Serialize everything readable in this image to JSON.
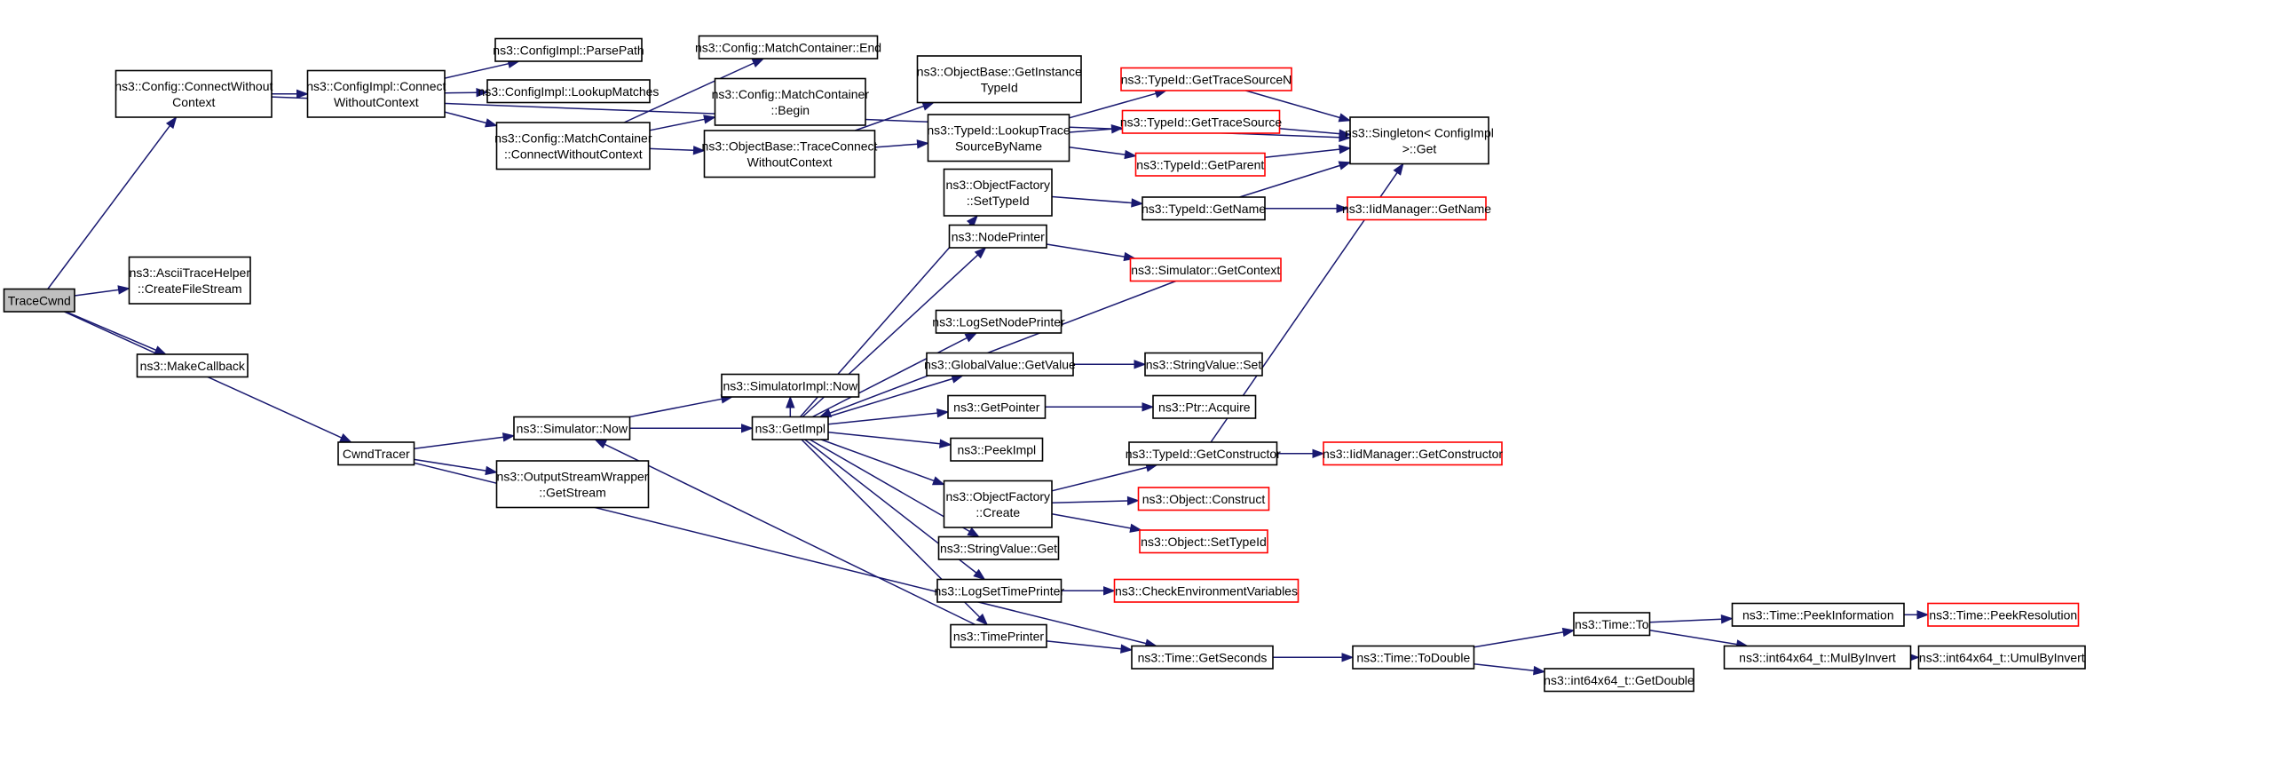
{
  "graph": {
    "nodes": [
      {
        "id": "tracecwnd",
        "name": "node-tracecwnd",
        "lines": [
          "TraceCwnd"
        ],
        "style": "root"
      },
      {
        "id": "cfg_cwc",
        "name": "node-config-connect-without-context",
        "lines": [
          "ns3::Config::ConnectWithout",
          "Context"
        ],
        "style": "black"
      },
      {
        "id": "ascii",
        "name": "node-ascii-trace-helper-create-file-stream",
        "lines": [
          "ns3::AsciiTraceHelper",
          "::CreateFileStream"
        ],
        "style": "black"
      },
      {
        "id": "makecb",
        "name": "node-make-callback",
        "lines": [
          "ns3::MakeCallback"
        ],
        "style": "black"
      },
      {
        "id": "cwndtracer",
        "name": "node-cwnd-tracer",
        "lines": [
          "CwndTracer"
        ],
        "style": "black"
      },
      {
        "id": "cfgimpl_cwc",
        "name": "node-config-impl-connect-without-context",
        "lines": [
          "ns3::ConfigImpl::Connect",
          "WithoutContext"
        ],
        "style": "black"
      },
      {
        "id": "parsepath",
        "name": "node-config-impl-parse-path",
        "lines": [
          "ns3::ConfigImpl::ParsePath"
        ],
        "style": "black"
      },
      {
        "id": "lookupmatches",
        "name": "node-config-impl-lookup-matches",
        "lines": [
          "ns3::ConfigImpl::LookupMatches"
        ],
        "style": "black"
      },
      {
        "id": "mc_cwc",
        "name": "node-match-container-connect-without-context",
        "lines": [
          "ns3::Config::MatchContainer",
          "::ConnectWithoutContext"
        ],
        "style": "black"
      },
      {
        "id": "mc_end",
        "name": "node-match-container-end",
        "lines": [
          "ns3::Config::MatchContainer::End"
        ],
        "style": "black"
      },
      {
        "id": "mc_begin",
        "name": "node-match-container-begin",
        "lines": [
          "ns3::Config::MatchContainer",
          "::Begin"
        ],
        "style": "black"
      },
      {
        "id": "ob_gettid",
        "name": "node-object-base-get-instance-typeid",
        "lines": [
          "ns3::ObjectBase::GetInstance",
          "TypeId"
        ],
        "style": "black"
      },
      {
        "id": "ob_tcwc",
        "name": "node-object-base-trace-connect-without-context",
        "lines": [
          "ns3::ObjectBase::TraceConnect",
          "WithoutContext"
        ],
        "style": "black"
      },
      {
        "id": "tid_lookup",
        "name": "node-typeid-lookup-trace-source-by-name",
        "lines": [
          "ns3::TypeId::LookupTrace",
          "SourceByName"
        ],
        "style": "black"
      },
      {
        "id": "tid_gtsn",
        "name": "node-typeid-get-trace-source-n",
        "lines": [
          "ns3::TypeId::GetTraceSourceN"
        ],
        "style": "red"
      },
      {
        "id": "tid_gts",
        "name": "node-typeid-get-trace-source",
        "lines": [
          "ns3::TypeId::GetTraceSource"
        ],
        "style": "red"
      },
      {
        "id": "tid_parent",
        "name": "node-typeid-get-parent",
        "lines": [
          "ns3::TypeId::GetParent"
        ],
        "style": "red"
      },
      {
        "id": "singleton",
        "name": "node-singleton-config-impl-get",
        "lines": [
          "ns3::Singleton< ConfigImpl",
          " >::Get"
        ],
        "style": "black"
      },
      {
        "id": "of_settid",
        "name": "node-object-factory-set-typeid",
        "lines": [
          "ns3::ObjectFactory",
          "::SetTypeId"
        ],
        "style": "black"
      },
      {
        "id": "tid_getname",
        "name": "node-typeid-get-name",
        "lines": [
          "ns3::TypeId::GetName"
        ],
        "style": "black"
      },
      {
        "id": "iid_getname",
        "name": "node-iid-manager-get-name",
        "lines": [
          "ns3::IidManager::GetName"
        ],
        "style": "red"
      },
      {
        "id": "nodeprinter",
        "name": "node-node-printer",
        "lines": [
          "ns3::NodePrinter"
        ],
        "style": "black"
      },
      {
        "id": "sim_ctx",
        "name": "node-simulator-get-context",
        "lines": [
          "ns3::Simulator::GetContext"
        ],
        "style": "red"
      },
      {
        "id": "lognp",
        "name": "node-log-set-node-printer",
        "lines": [
          "ns3::LogSetNodePrinter"
        ],
        "style": "black"
      },
      {
        "id": "gv_getval",
        "name": "node-global-value-get-value",
        "lines": [
          "ns3::GlobalValue::GetValue"
        ],
        "style": "black"
      },
      {
        "id": "sv_set",
        "name": "node-string-value-set",
        "lines": [
          "ns3::StringValue::Set"
        ],
        "style": "black"
      },
      {
        "id": "simimpl_now",
        "name": "node-simulator-impl-now",
        "lines": [
          "ns3::SimulatorImpl::Now"
        ],
        "style": "black"
      },
      {
        "id": "getimpl",
        "name": "node-get-impl",
        "lines": [
          "ns3::GetImpl"
        ],
        "style": "black"
      },
      {
        "id": "sim_now",
        "name": "node-simulator-now",
        "lines": [
          "ns3::Simulator::Now"
        ],
        "style": "black"
      },
      {
        "id": "getpointer",
        "name": "node-get-pointer",
        "lines": [
          "ns3::GetPointer"
        ],
        "style": "black"
      },
      {
        "id": "ptr_acquire",
        "name": "node-ptr-acquire",
        "lines": [
          "ns3::Ptr::Acquire"
        ],
        "style": "black"
      },
      {
        "id": "peekimpl",
        "name": "node-peek-impl",
        "lines": [
          "ns3::PeekImpl"
        ],
        "style": "black"
      },
      {
        "id": "tid_getctor",
        "name": "node-typeid-get-constructor",
        "lines": [
          "ns3::TypeId::GetConstructor"
        ],
        "style": "black"
      },
      {
        "id": "iid_getctor",
        "name": "node-iid-manager-get-constructor",
        "lines": [
          "ns3::IidManager::GetConstructor"
        ],
        "style": "red"
      },
      {
        "id": "osw_getstream",
        "name": "node-output-stream-wrapper-get-stream",
        "lines": [
          "ns3::OutputStreamWrapper",
          "::GetStream"
        ],
        "style": "black"
      },
      {
        "id": "of_create",
        "name": "node-object-factory-create",
        "lines": [
          "ns3::ObjectFactory",
          "::Create"
        ],
        "style": "black"
      },
      {
        "id": "obj_construct",
        "name": "node-object-construct",
        "lines": [
          "ns3::Object::Construct"
        ],
        "style": "red"
      },
      {
        "id": "obj_settid",
        "name": "node-object-set-typeid",
        "lines": [
          "ns3::Object::SetTypeId"
        ],
        "style": "red"
      },
      {
        "id": "sv_get",
        "name": "node-string-value-get",
        "lines": [
          "ns3::StringValue::Get"
        ],
        "style": "black"
      },
      {
        "id": "logtp",
        "name": "node-log-set-time-printer",
        "lines": [
          "ns3::LogSetTimePrinter"
        ],
        "style": "black"
      },
      {
        "id": "checkenv",
        "name": "node-check-environment-variables",
        "lines": [
          "ns3::CheckEnvironmentVariables"
        ],
        "style": "red"
      },
      {
        "id": "time_to",
        "name": "node-time-to",
        "lines": [
          "ns3::Time::To"
        ],
        "style": "black"
      },
      {
        "id": "peekinfo",
        "name": "node-time-peek-information",
        "lines": [
          "ns3::Time::PeekInformation"
        ],
        "style": "black"
      },
      {
        "id": "peekres",
        "name": "node-time-peek-resolution",
        "lines": [
          "ns3::Time::PeekResolution"
        ],
        "style": "red"
      },
      {
        "id": "timeprinter",
        "name": "node-time-printer",
        "lines": [
          "ns3::TimePrinter"
        ],
        "style": "black"
      },
      {
        "id": "getseconds",
        "name": "node-time-get-seconds",
        "lines": [
          "ns3::Time::GetSeconds"
        ],
        "style": "black"
      },
      {
        "id": "todouble",
        "name": "node-time-to-double",
        "lines": [
          "ns3::Time::ToDouble"
        ],
        "style": "black"
      },
      {
        "id": "mulbyinvert",
        "name": "node-int64x64-mul-by-invert",
        "lines": [
          "ns3::int64x64_t::MulByInvert"
        ],
        "style": "black"
      },
      {
        "id": "umulbyinvert",
        "name": "node-int64x64-umul-by-invert",
        "lines": [
          "ns3::int64x64_t::UmulByInvert"
        ],
        "style": "black"
      },
      {
        "id": "getdouble",
        "name": "node-int64x64-get-double",
        "lines": [
          "ns3::int64x64_t::GetDouble"
        ],
        "style": "black"
      }
    ],
    "edges": [
      [
        "tracecwnd",
        "cfg_cwc"
      ],
      [
        "tracecwnd",
        "ascii"
      ],
      [
        "tracecwnd",
        "makecb"
      ],
      [
        "tracecwnd",
        "cwndtracer"
      ],
      [
        "cfg_cwc",
        "cfgimpl_cwc"
      ],
      [
        "cfg_cwc",
        "singleton"
      ],
      [
        "cfgimpl_cwc",
        "parsepath"
      ],
      [
        "cfgimpl_cwc",
        "lookupmatches"
      ],
      [
        "cfgimpl_cwc",
        "mc_cwc"
      ],
      [
        "mc_cwc",
        "mc_end"
      ],
      [
        "mc_cwc",
        "mc_begin"
      ],
      [
        "mc_cwc",
        "ob_tcwc"
      ],
      [
        "ob_tcwc",
        "ob_gettid"
      ],
      [
        "ob_tcwc",
        "tid_lookup"
      ],
      [
        "tid_lookup",
        "tid_gtsn"
      ],
      [
        "tid_lookup",
        "tid_gts"
      ],
      [
        "tid_lookup",
        "tid_parent"
      ],
      [
        "tid_gtsn",
        "singleton"
      ],
      [
        "tid_gts",
        "singleton"
      ],
      [
        "tid_parent",
        "singleton"
      ],
      [
        "tid_getname",
        "singleton"
      ],
      [
        "tid_getctor",
        "singleton"
      ],
      [
        "of_settid",
        "tid_getname"
      ],
      [
        "tid_getname",
        "iid_getname"
      ],
      [
        "nodeprinter",
        "sim_ctx"
      ],
      [
        "sim_ctx",
        "getimpl"
      ],
      [
        "gv_getval",
        "sv_set"
      ],
      [
        "getpointer",
        "ptr_acquire"
      ],
      [
        "getimpl",
        "simimpl_now"
      ],
      [
        "getimpl",
        "of_settid"
      ],
      [
        "getimpl",
        "nodeprinter"
      ],
      [
        "getimpl",
        "lognp"
      ],
      [
        "getimpl",
        "gv_getval"
      ],
      [
        "getimpl",
        "getpointer"
      ],
      [
        "getimpl",
        "peekimpl"
      ],
      [
        "getimpl",
        "of_create"
      ],
      [
        "getimpl",
        "sv_get"
      ],
      [
        "getimpl",
        "logtp"
      ],
      [
        "getimpl",
        "timeprinter"
      ],
      [
        "sim_now",
        "simimpl_now"
      ],
      [
        "sim_now",
        "getimpl"
      ],
      [
        "cwndtracer",
        "sim_now"
      ],
      [
        "cwndtracer",
        "osw_getstream"
      ],
      [
        "cwndtracer",
        "getseconds"
      ],
      [
        "timeprinter",
        "sim_now"
      ],
      [
        "timeprinter",
        "getseconds"
      ],
      [
        "of_create",
        "tid_getctor"
      ],
      [
        "of_create",
        "obj_construct"
      ],
      [
        "of_create",
        "obj_settid"
      ],
      [
        "tid_getctor",
        "iid_getctor"
      ],
      [
        "logtp",
        "checkenv"
      ],
      [
        "getseconds",
        "todouble"
      ],
      [
        "todouble",
        "time_to"
      ],
      [
        "todouble",
        "getdouble"
      ],
      [
        "time_to",
        "peekinfo"
      ],
      [
        "time_to",
        "mulbyinvert"
      ],
      [
        "peekinfo",
        "peekres"
      ],
      [
        "mulbyinvert",
        "umulbyinvert"
      ]
    ]
  }
}
